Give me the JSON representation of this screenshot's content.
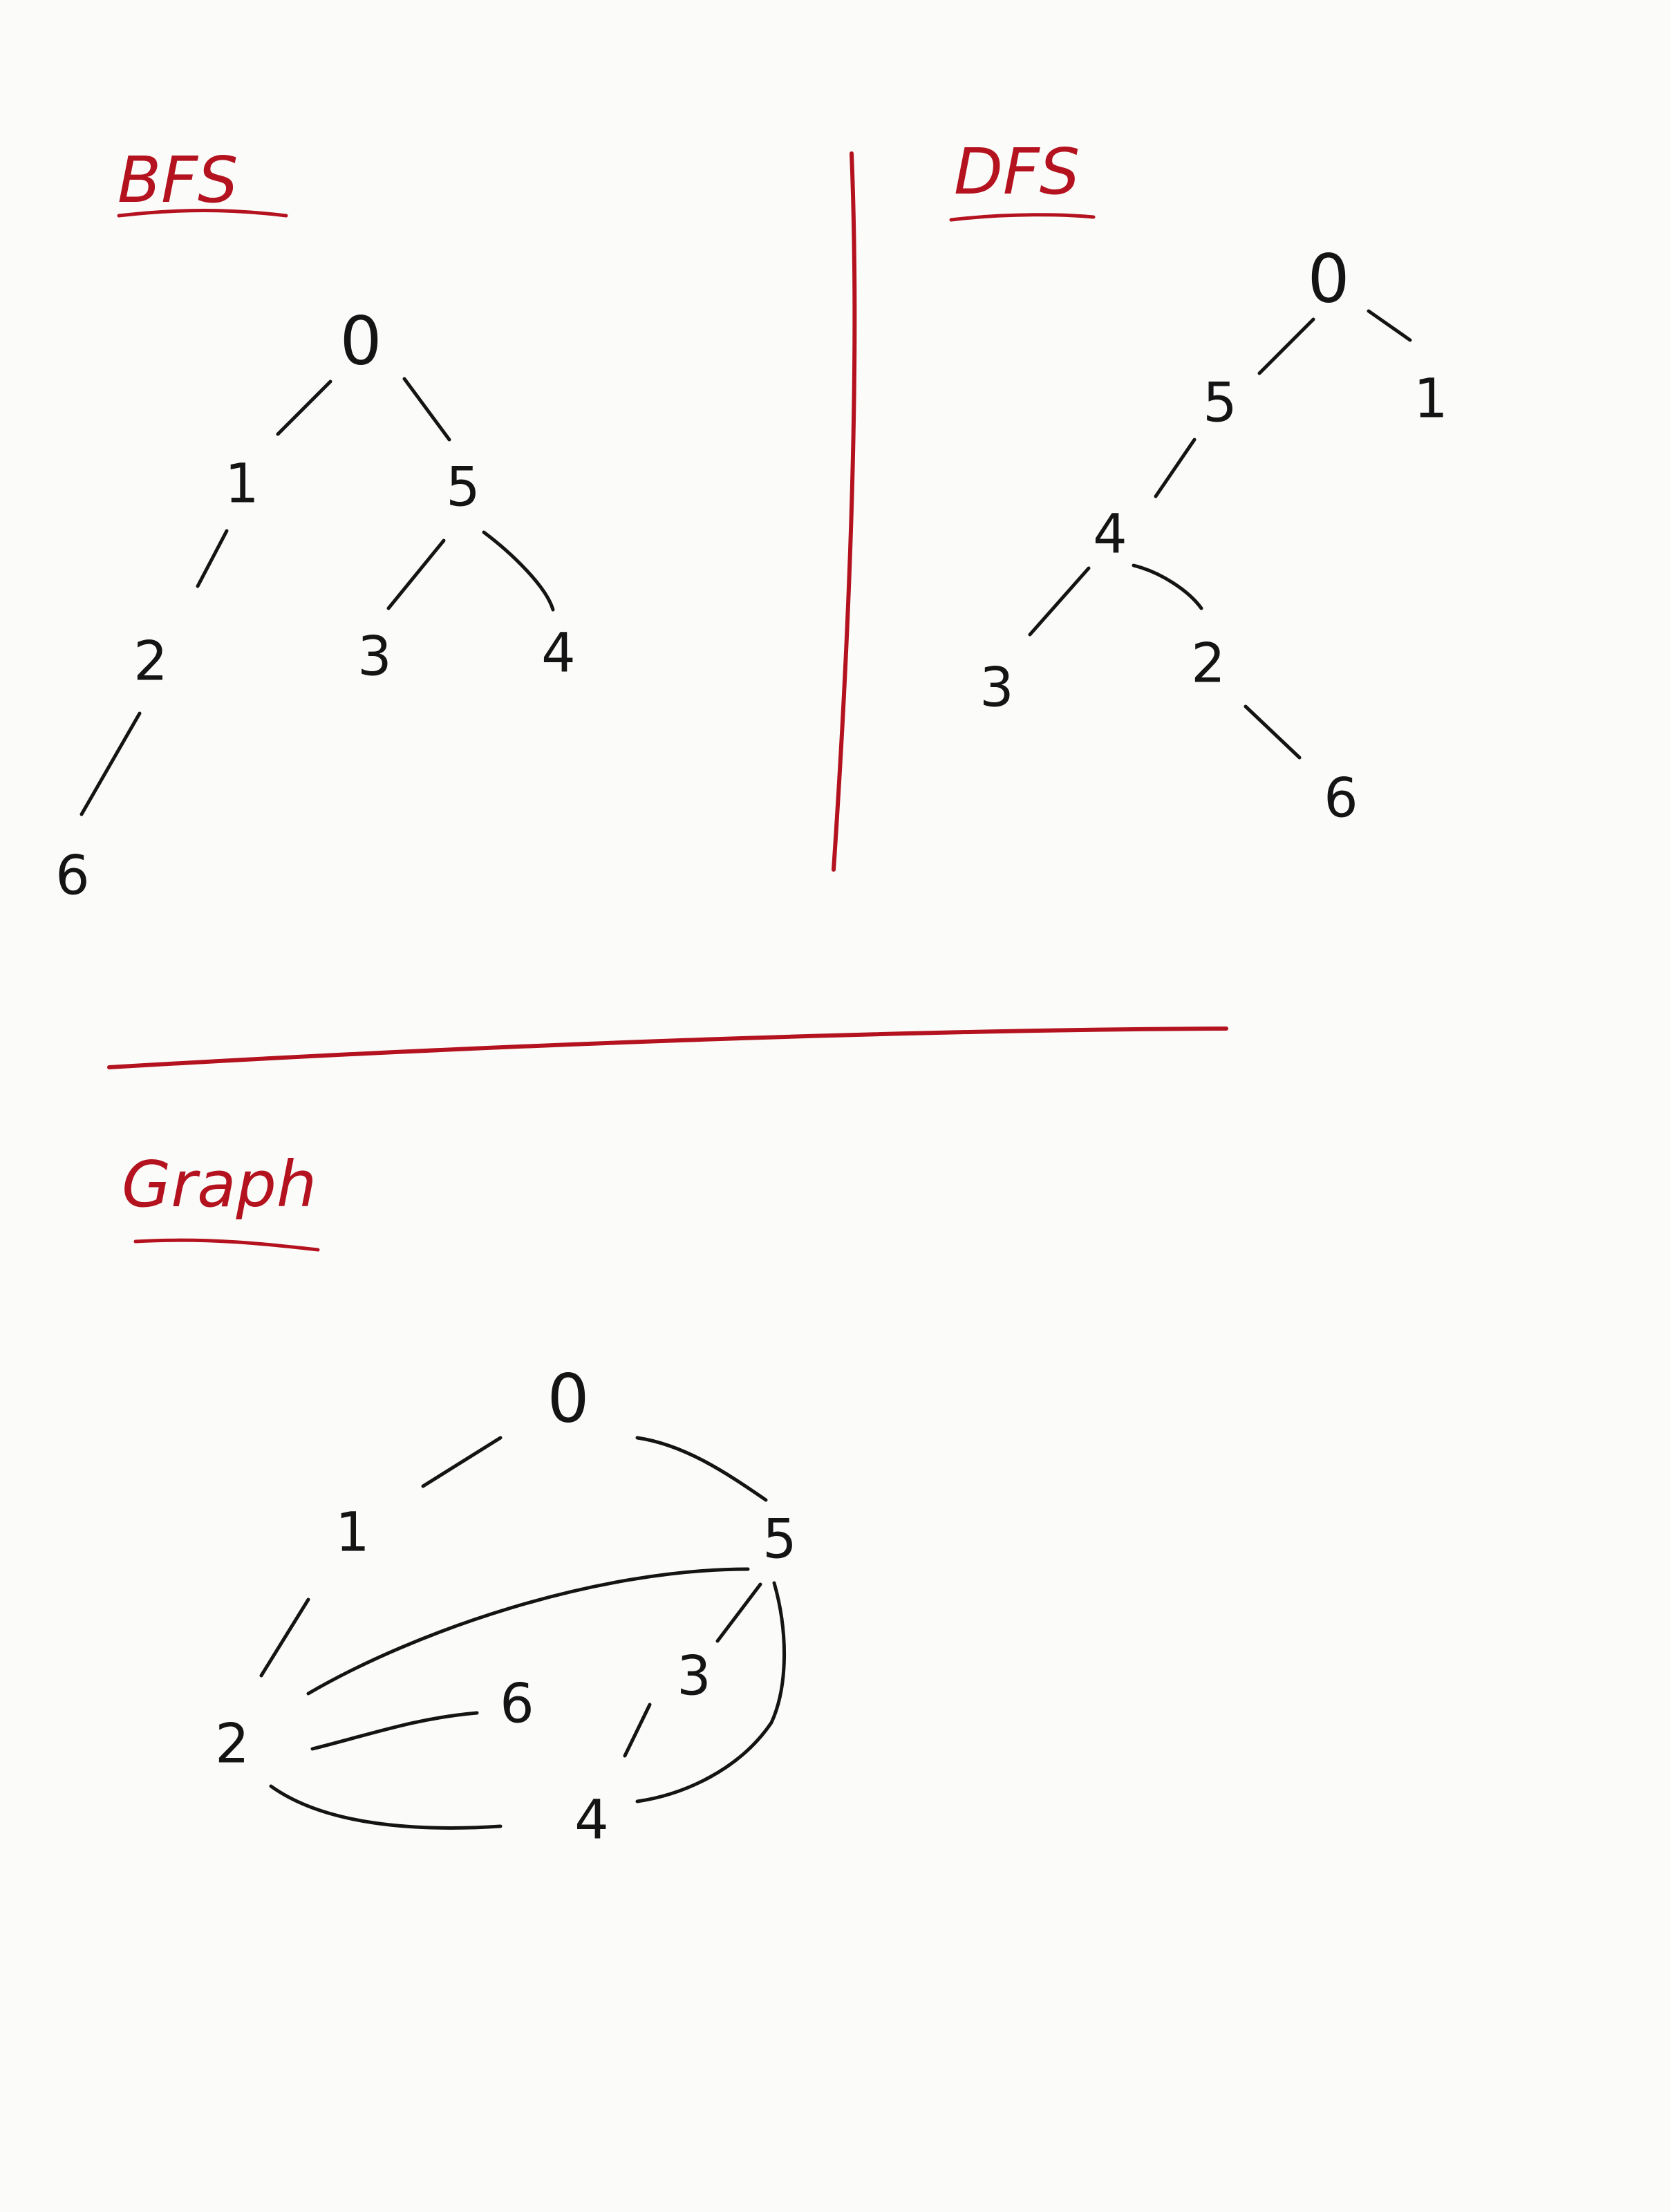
{
  "bfs": {
    "title": "BFS",
    "nodes": {
      "n0": "0",
      "n1": "1",
      "n5": "5",
      "n2": "2",
      "n3": "3",
      "n4": "4",
      "n6": "6"
    }
  },
  "dfs": {
    "title": "DFS",
    "nodes": {
      "n0": "0",
      "n1": "1",
      "n5": "5",
      "n4": "4",
      "n3": "3",
      "n2": "2",
      "n6": "6"
    }
  },
  "graph": {
    "title": "Graph",
    "nodes": {
      "n0": "0",
      "n1": "1",
      "n5": "5",
      "n3": "3",
      "n6": "6",
      "n2": "2",
      "n4": "4"
    }
  },
  "colors": {
    "ink": "#141414",
    "accent": "#b3121e",
    "paper": "#fbfbfa"
  }
}
